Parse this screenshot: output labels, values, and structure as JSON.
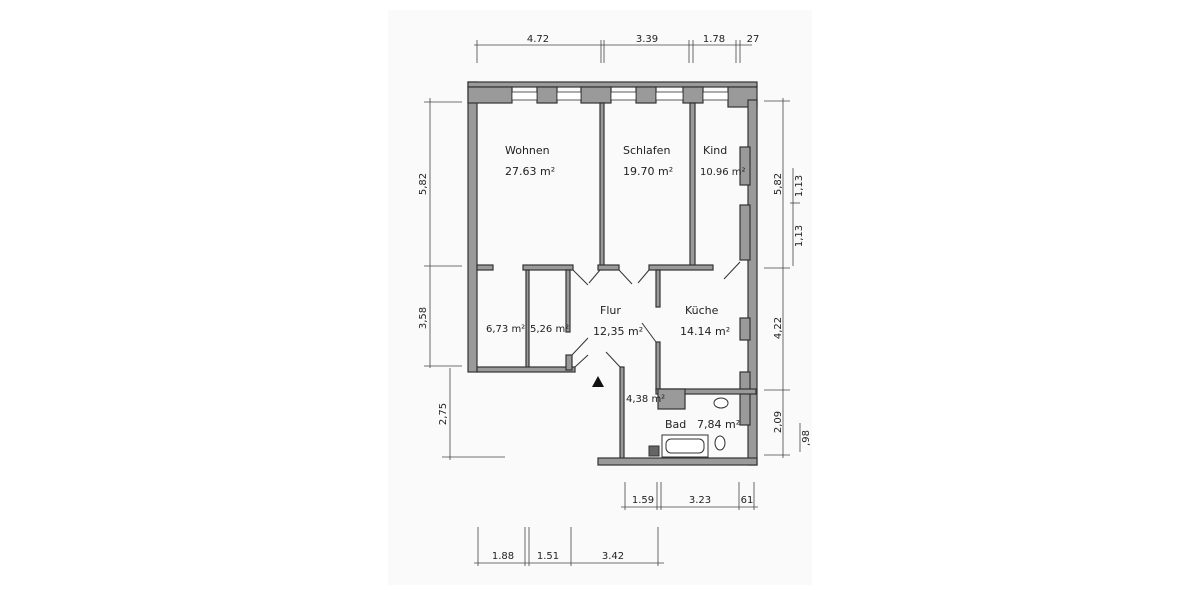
{
  "rooms": {
    "wohnen": {
      "name": "Wohnen",
      "area": "27.63 m²"
    },
    "schlafen": {
      "name": "Schlafen",
      "area": "19.70 m²"
    },
    "kind": {
      "name": "Kind",
      "area": "10.96 m²"
    },
    "flur": {
      "name": "Flur",
      "area": "12,35 m²"
    },
    "kueche": {
      "name": "Küche",
      "area": "14.14 m²"
    },
    "room1": {
      "area": "6,73 m²"
    },
    "room2": {
      "area": "5,26 m²"
    },
    "room3": {
      "area": "4,38 m²"
    },
    "bad": {
      "name": "Bad",
      "area": "7,84 m²"
    }
  },
  "dimensions": {
    "top": [
      "4.72",
      "3.39",
      "1.78",
      "27"
    ],
    "left": [
      "5,82",
      "3,58",
      "2,75"
    ],
    "right": [
      "5,82",
      "1,13",
      "1,13",
      "4,22",
      "2,09",
      ",98"
    ],
    "bottom_upper": [
      "1.59",
      "3.23",
      "61"
    ],
    "bottom_lower": [
      "1.88",
      "1.51",
      "3.42"
    ]
  },
  "colors": {
    "wall": "#9a9a9a",
    "line": "#333333"
  }
}
